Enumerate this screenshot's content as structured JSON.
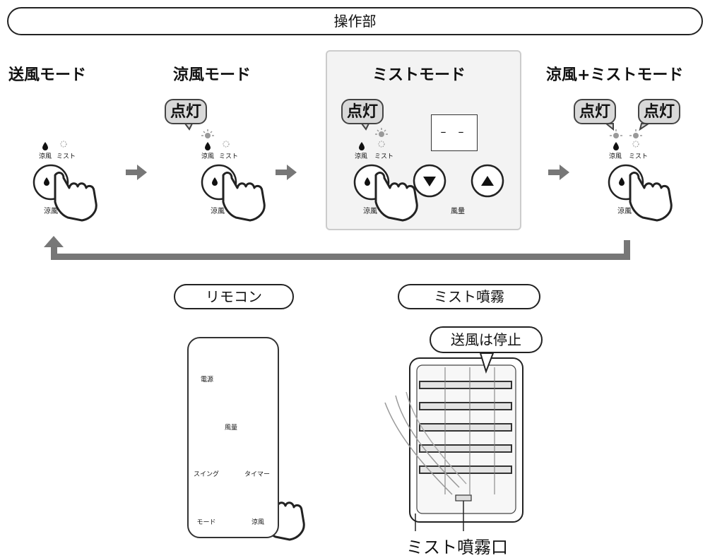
{
  "header": {
    "title": "操作部"
  },
  "modes": [
    {
      "title": "送風モード"
    },
    {
      "title": "涼風モード"
    },
    {
      "title": "ミストモード"
    },
    {
      "title": "涼風+ミストモード"
    }
  ],
  "labels": {
    "lit": "点灯",
    "cool_wind": "涼風",
    "mist": "ミスト",
    "fan_speed": "風量",
    "display": "– –"
  },
  "remote": {
    "title": "リモコン",
    "power": "電源",
    "fan_speed": "風量",
    "swing": "スイング",
    "timer": "タイマー",
    "mode": "モード",
    "cool_wind": "涼風"
  },
  "mist_panel": {
    "title": "ミスト噴霧",
    "fan_stop": "送風は停止",
    "outlet_label": "ミスト噴霧口"
  },
  "colors": {
    "arrow": "#777777",
    "callout_bg": "#d9d9d9",
    "panel_bg": "#f3f3f3",
    "led": "#999999"
  }
}
